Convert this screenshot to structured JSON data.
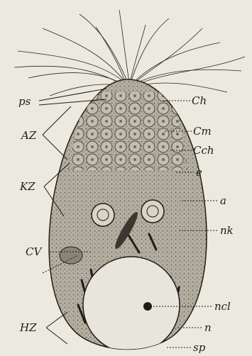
{
  "labels": {
    "ps": "ps",
    "AZ": "AZ",
    "Ch": "Ch",
    "Cm": "Cm",
    "Cch": "Cch",
    "e": "e",
    "a": "a",
    "KZ": "KZ",
    "nk": "nk",
    "CV": "CV",
    "ncl": "ncl",
    "HZ": "HZ",
    "n": "n",
    "sp": "sp"
  },
  "colors": {
    "paper": "#ece9df",
    "ink": "#1f1c17",
    "cytoplasm": "#b5afa2"
  }
}
